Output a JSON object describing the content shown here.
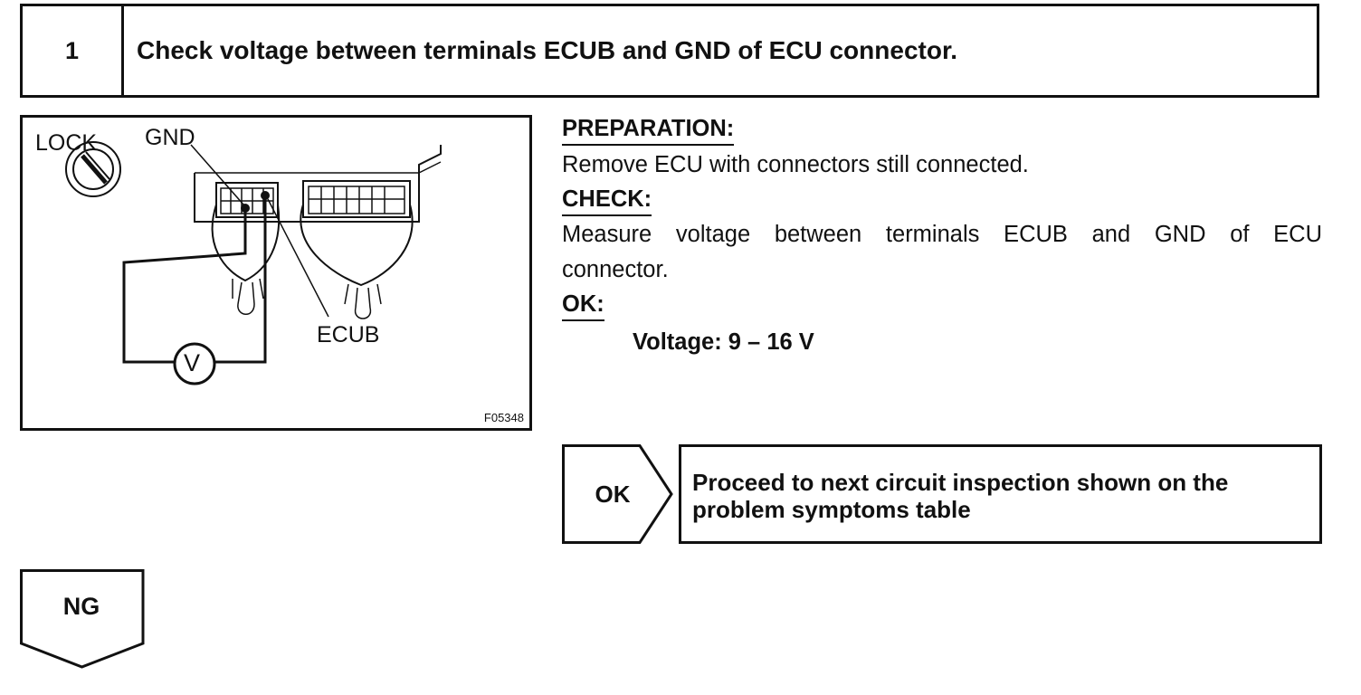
{
  "step": {
    "number": "1",
    "title": "Check voltage between terminals ECUB and GND of ECU connector."
  },
  "figure": {
    "label_lock": "LOCK",
    "label_gnd": "GND",
    "label_ecub": "ECUB",
    "meter_symbol": "V",
    "figure_code": "F05348"
  },
  "procedure": {
    "preparation_heading": "PREPARATION:",
    "preparation_text": "Remove ECU with connectors still connected.",
    "check_heading": "CHECK:",
    "check_text_line1": "Measure voltage between terminals ECUB and GND of ECU",
    "check_text_line2": "connector.",
    "ok_heading": "OK:",
    "ok_spec": "Voltage: 9 – 16 V"
  },
  "result_ok": {
    "label": "OK",
    "text_line1": "Proceed to next circuit inspection shown on the",
    "text_line2": "problem symptoms table"
  },
  "result_ng": {
    "label": "NG"
  }
}
